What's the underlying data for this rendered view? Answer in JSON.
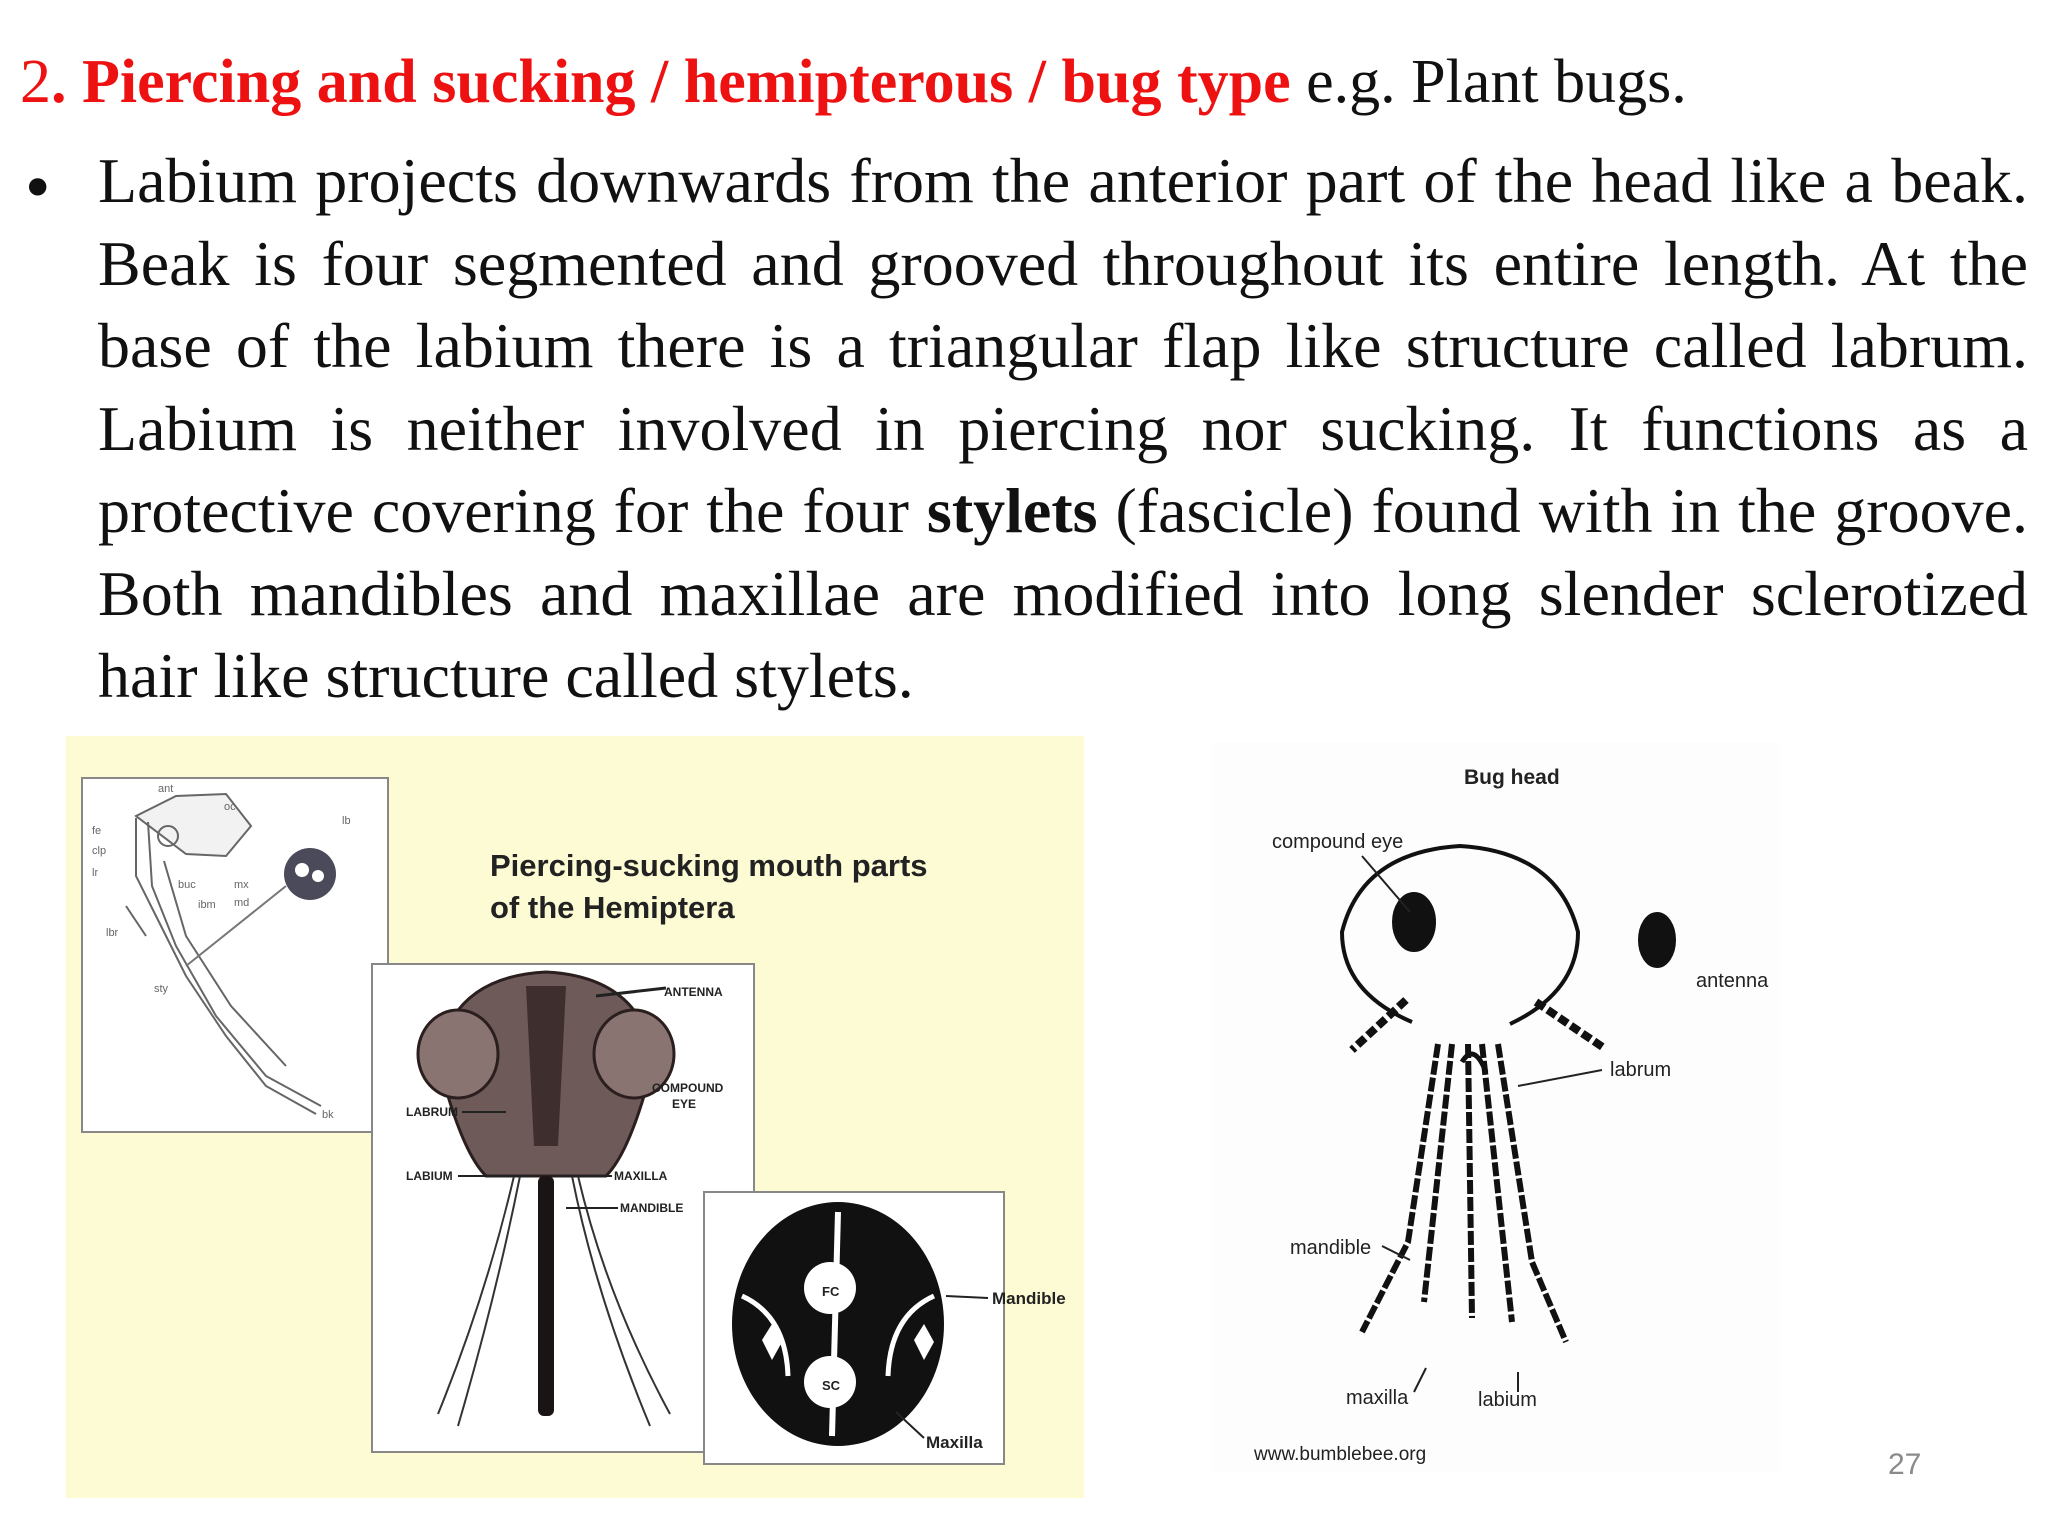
{
  "heading": {
    "number": "2",
    "title": ". Piercing and sucking / hemipterous / bug type",
    "suffix": " e.g. Plant bugs."
  },
  "bullet": {
    "symbol": "•",
    "text_before_bold": "Labium projects downwards from the anterior part of the head like a beak. Beak is four segmented and grooved throughout its entire length. At the base of the labium there is a triangular flap like structure called labrum. Labium is neither involved in piercing nor sucking. It functions as a protective covering for the four ",
    "bold_word": "stylets",
    "text_after_bold": " (fascicle) found with in the groove. Both mandibles and maxillae are modified into long slender sclerotized hair like structure called stylets."
  },
  "left_figure": {
    "title_line1": "Piercing-sucking mouth parts",
    "title_line2": "of the Hemiptera",
    "labels": {
      "antenna": "ANTENNA",
      "compound_eye_1": "COMPOUND",
      "compound_eye_2": "EYE",
      "labrum": "LABRUM",
      "labium": "LABIUM",
      "maxilla": "MAXILLA",
      "mandible": "MANDIBLE"
    },
    "cross_section": {
      "fc": "FC",
      "sc": "SC",
      "mandible": "Mandible",
      "maxilla": "Maxilla"
    },
    "small_labels": [
      "ant",
      "oc",
      "fe",
      "clp",
      "lr",
      "buc",
      "mx",
      "md",
      "lbr",
      "ibm",
      "sty",
      "lb",
      "bk"
    ]
  },
  "right_figure": {
    "title": "Bug head",
    "compound_eye": "compound eye",
    "antenna": "antenna",
    "labrum": "labrum",
    "mandible": "mandible",
    "maxilla": "maxilla",
    "labium": "labium",
    "credit": "www.bumblebee.org"
  },
  "page_number": "27"
}
